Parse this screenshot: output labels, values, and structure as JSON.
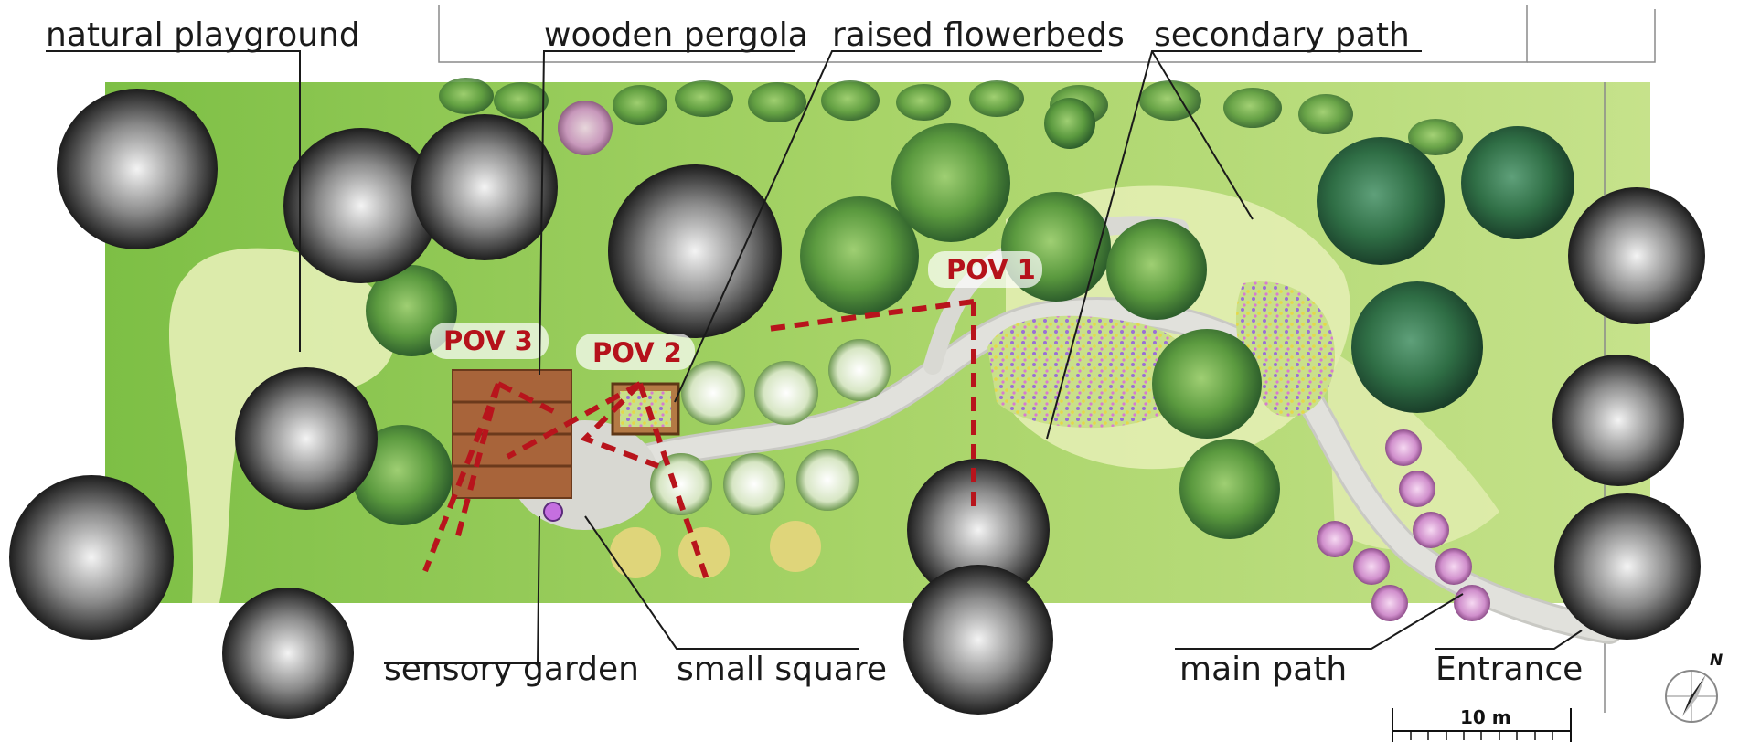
{
  "labels": {
    "natural_playground": "natural playground",
    "wooden_pergola": "wooden pergola",
    "raised_flowerbeds": "raised flowerbeds",
    "secondary_path": "secondary path",
    "sensory_garden": "sensory garden",
    "small_square": "small square",
    "main_path": "main path",
    "entrance": "Entrance"
  },
  "pov": {
    "pov1": "POV 1",
    "pov2": "POV 2",
    "pov3": "POV 3"
  },
  "scale_bar": {
    "label": "10 m"
  },
  "north_arrow": {
    "label": "N"
  },
  "colors": {
    "lawn": "#8cc94e",
    "lawn_light": "#cfe599",
    "path": "#d6d6d2",
    "tree_dark": "#2f6e45",
    "tree_mid": "#5b9a3f",
    "sightline": "#b8141c",
    "pov_text": "#b5121b"
  }
}
